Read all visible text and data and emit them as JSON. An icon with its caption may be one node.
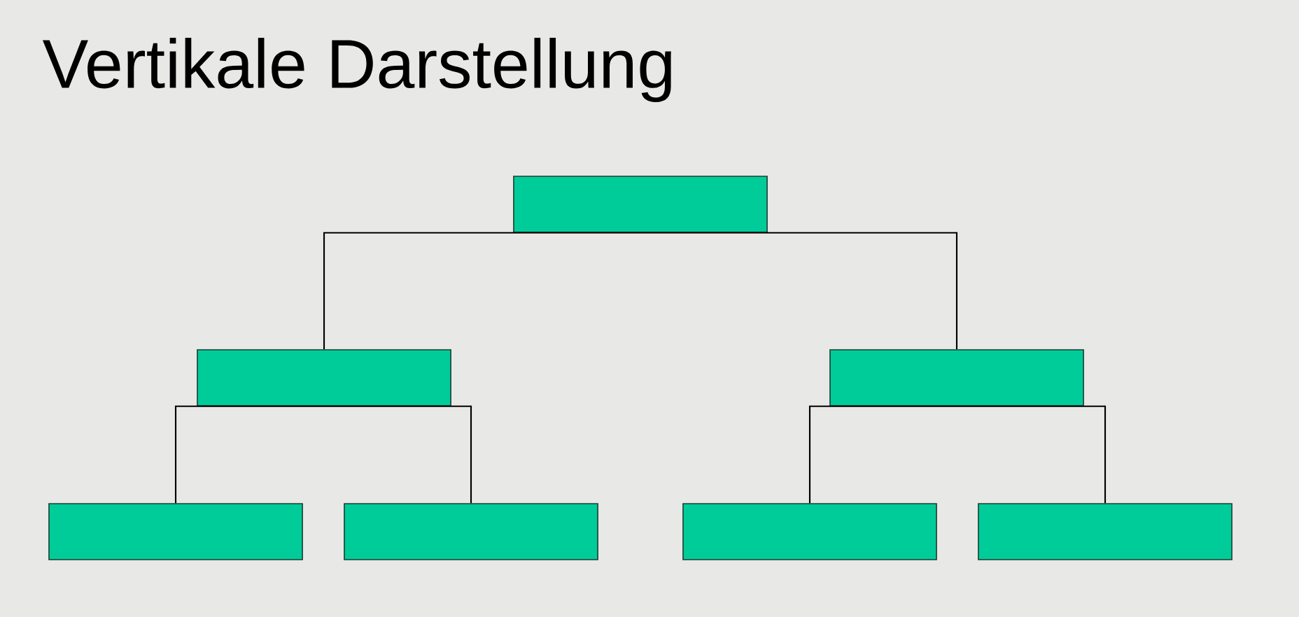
{
  "diagram": {
    "title": "Vertikale Darstellung",
    "nodes": [
      {
        "text": [],
        "shape": "box"
      },
      {
        "text": [],
        "shape": "box"
      },
      {
        "text": [],
        "shape": "box"
      },
      {
        "text": [],
        "shape": "box"
      },
      {
        "text": [],
        "shape": "box"
      },
      {
        "text": [],
        "shape": "box"
      },
      {
        "text": [],
        "shape": "box"
      }
    ],
    "edges": [
      {
        "from": 0,
        "to": 1,
        "arrow": "none"
      },
      {
        "from": 0,
        "to": 2,
        "arrow": "none"
      },
      {
        "from": 1,
        "to": 3,
        "arrow": "none"
      },
      {
        "from": 1,
        "to": 4,
        "arrow": "none"
      },
      {
        "from": 2,
        "to": 5,
        "arrow": "none"
      },
      {
        "from": 2,
        "to": 6,
        "arrow": "none"
      }
    ]
  }
}
